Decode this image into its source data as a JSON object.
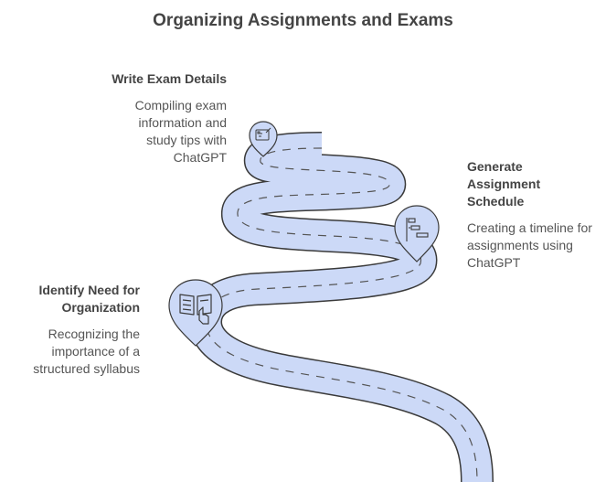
{
  "title": "Organizing Assignments and Exams",
  "steps": [
    {
      "title": "Write Exam Details",
      "description": "Compiling exam information and study tips with ChatGPT",
      "icon": "exam-document-icon"
    },
    {
      "title": "Generate Assignment Schedule",
      "description": "Creating a timeline for assignments using ChatGPT",
      "icon": "gantt-schedule-icon"
    },
    {
      "title": "Identify Need for Organization",
      "description": "Recognizing the importance of a structured syllabus",
      "icon": "open-book-pointer-icon"
    }
  ],
  "colors": {
    "road_fill": "#ccd9f7",
    "road_outline": "#3a3a3a",
    "text": "#444444"
  }
}
